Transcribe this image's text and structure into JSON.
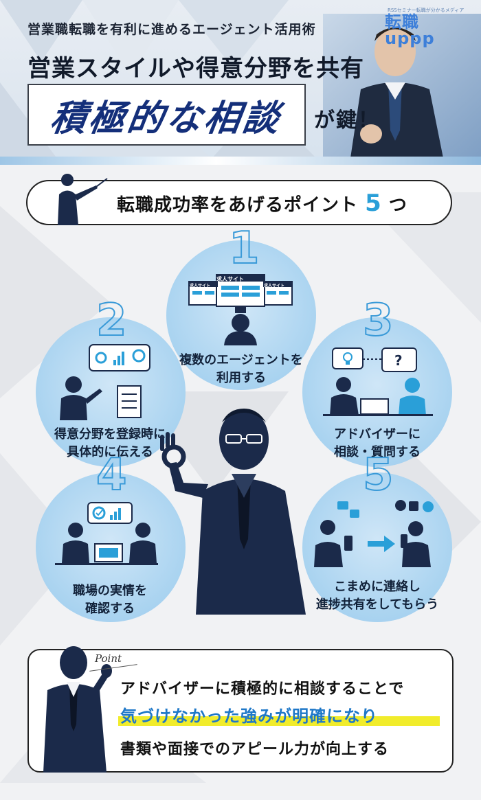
{
  "header": {
    "subtitle": "営業職転職を有利に進めるエージェント活用術",
    "title": "営業スタイルや得意分野を共有",
    "highlight": "積極的な相談",
    "tail": "が鍵！"
  },
  "logo": {
    "small_text": "RSSセミナー転職が分かるメディア",
    "main": "転職uppp"
  },
  "points": {
    "label": "転職成功率をあげるポイント",
    "count": "5",
    "suffix": "つ"
  },
  "tips": [
    {
      "number": "1",
      "label_line1": "複数のエージェントを",
      "label_line2": "利用する",
      "monitor_label": "求人サイト"
    },
    {
      "number": "2",
      "label_line1": "得意分野を登録時に",
      "label_line2": "具体的に伝える"
    },
    {
      "number": "3",
      "label_line1": "アドバイザーに",
      "label_line2": "相談・質問する"
    },
    {
      "number": "4",
      "label_line1": "職場の実情を",
      "label_line2": "確認する"
    },
    {
      "number": "5",
      "label_line1": "こまめに連絡し",
      "label_line2": "進捗共有をしてもらう"
    }
  ],
  "bottom": {
    "tag": "Point",
    "line1": "アドバイザーに積極的に相談することで",
    "line2": "気づけなかった強みが明確になり",
    "line3": "書類や面接でのアピール力が向上する"
  },
  "colors": {
    "accent_blue": "#2a9fd8",
    "navy": "#1b2a4a",
    "highlight_yellow": "#f1ec2b",
    "circle_blue": "#a9d3f0"
  }
}
